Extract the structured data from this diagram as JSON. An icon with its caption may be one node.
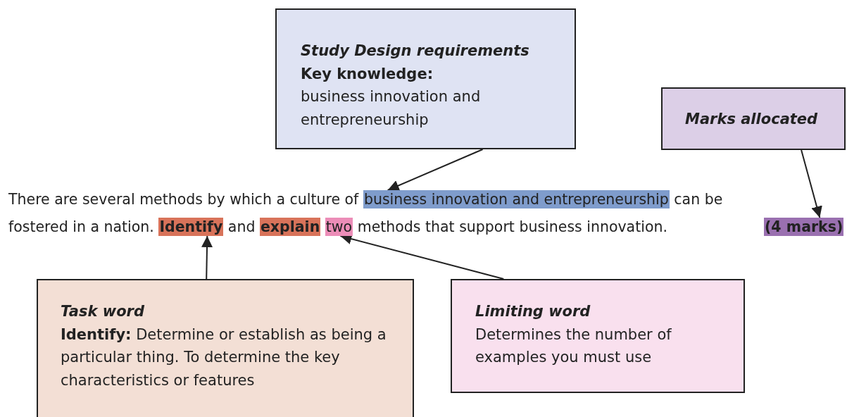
{
  "diagram": {
    "nodes": [
      {
        "text": [
          "Study Design requirements",
          "Key knowledge:",
          "business innovation and entrepreneurship"
        ]
      },
      {
        "text": [
          "Marks allocated"
        ]
      },
      {
        "text": [
          "business innovation and entrepreneurship"
        ]
      },
      {
        "text": [
          "Identify"
        ]
      },
      {
        "text": [
          "explain"
        ]
      },
      {
        "text": [
          "two"
        ]
      },
      {
        "text": [
          "(4 marks)"
        ]
      },
      {
        "text": [
          "Task word",
          "**Identify:** Determine or establish as being a particular thing. To determine the key characteristics or features"
        ]
      },
      {
        "text": [
          "Limiting word",
          "Determines the number of examples you must use"
        ]
      }
    ],
    "edges": [
      {
        "from": 0,
        "to": 2,
        "arrow": "to"
      },
      {
        "from": 1,
        "to": 6,
        "arrow": "to"
      },
      {
        "from": 7,
        "to": 3,
        "arrow": "to"
      },
      {
        "from": 8,
        "to": 5,
        "arrow": "to"
      }
    ],
    "labels": [
      "There are several methods by which a culture of",
      "can be",
      "fostered in a nation.",
      "and",
      "methods that support business innovation."
    ]
  }
}
